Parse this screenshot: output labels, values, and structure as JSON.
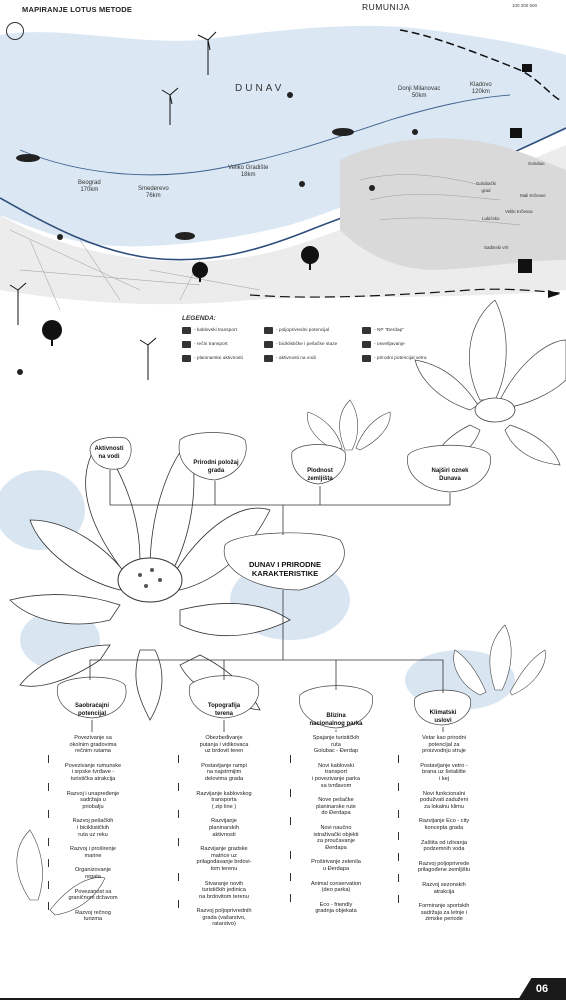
{
  "header": {
    "title": "MAPIRANJE LOTUS METODE",
    "country": "RUMUNIJA",
    "scale": "100  200        500"
  },
  "map": {
    "river": "DUNAV",
    "distances": [
      {
        "label": "Donji Milanovac\n50km"
      },
      {
        "label": "Kladovo\n120km"
      },
      {
        "label": "Veliko Gradište\n18km"
      },
      {
        "label": "Smederevo\n76km"
      },
      {
        "label": "Beograd\n170km"
      }
    ],
    "places": [
      "Golubac",
      "Mali Krčevac",
      "Veliki Krčevac",
      "Golubački\ngrad",
      "Lukićsko",
      "Sađinski vrh"
    ]
  },
  "legend": {
    "title": "LEGENDA:",
    "items": [
      "- kablovski transport",
      "- rečni transport",
      "- planinarske aktivnosti",
      "- poljoprivredni potencijal",
      "- biciklističke i pešačke staze",
      "- aktivnosti na vodi",
      "- NP \"Đerdap\"",
      "- osvetljavanje",
      "- prirodni potencijal vetra"
    ]
  },
  "top_nodes": [
    "Aktivnosti\nna vodi",
    "Prirodni položaj\ngrada",
    "Plodnost\nzemljišta",
    "Najširi oznek\nDunava"
  ],
  "center_node": "DUNAV I PRIRODNE\nKARAKTERISTIKE",
  "bottom_nodes": [
    "Saobraćajni\npotencijal",
    "Topografija\nterena",
    "Blizina\nnacionalnog parka",
    "Klimatski\nuslovi"
  ],
  "columns": [
    [
      "Povezivanje sa\nokolnim gradovima\nrečnim rutama",
      "Povezivanje rumunske\ni srpske tvrđave -\nturistička atrakcija",
      "Razvoj i unapređenje\nsadržaja u\npriobalju",
      "Razvoj pešačkih\ni biciklističkih\nruta uz reku",
      "Razvoj i proširenje\nmarine",
      "Organizovanje\nregata",
      "Povezanost sa\ngraničnom državom",
      "Razvoj rečnog\nturizma"
    ],
    [
      "Obezbeđivanje\nputanja i vidikovaca\nuz brdovit teren",
      "Postavljanje rampi\nna najstrmijim\ndelovima grada",
      "Razvijanje kablovskog\ntransporta\n( zip line )",
      "Razvijanje\nplaninarskih\naktivnosti",
      "Razvijanje gradske\nmatrice uz\nprilagođavanje brdovi-\ntom terenu",
      "Stvaranje novih\nturističkih jedinica\nna brdovitom terenu",
      "Razvoj poljoprivrednih\ngrada (vašarstvo,\nratarstvo)"
    ],
    [
      "Spajanje turističkih\nruta\nGolubac - Đerdap",
      "Novi kablovski\ntransport\ni povezivanje parka\nsa tvrđavom",
      "Nove pešačke\nplaninarske rute\ndo Đerdapa",
      "Novi naučno\nistraživački objekti\nza proučavanje\nĐerdapa",
      "Proširivanje zelenila\nu Đerdapa",
      "Animal conservation\n(deo parka)",
      "Eco - friendly\ngradnja objekata"
    ],
    [
      "Vetar kao prirodni\npotencijal za\nproizvodnju struje",
      "Postavljanje vetro -\nbrana uz šetalište\ni kej",
      "Novi funkcionalni\npodužvati zaduženi\nza lokalnu klimu",
      "Razvijanje Eco - city\nkoncepta grada",
      "Zaštita od izlivanja\npodzemnih voda",
      "Razvoj poljoprivrede\nprilagođene zemljištu",
      "Razvoj sezonskih\natrakcija",
      "Formiranje sportskih\nsadržaja za letnje i\nzimske periode"
    ]
  ],
  "page_number": "06"
}
